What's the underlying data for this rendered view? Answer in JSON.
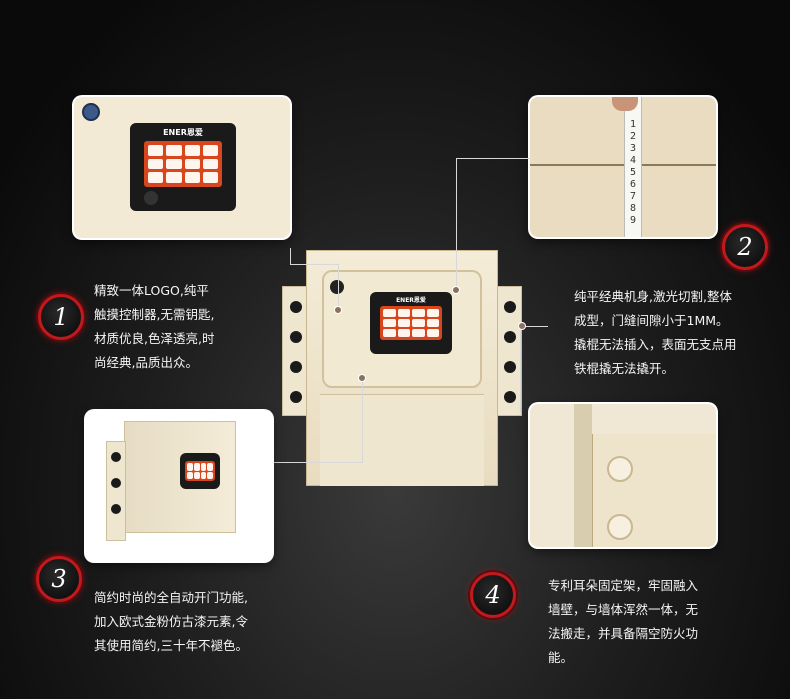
{
  "brand_label": "ENER恩爱",
  "features": [
    {
      "number": "1",
      "text": "精致一体LOGO,纯平\n触摸控制器,无需钥匙,\n材质优良,色泽透亮,时\n尚经典,品质出众。"
    },
    {
      "number": "2",
      "text": "纯平经典机身,激光切割,整体\n成型，门缝间隙小于1MM。\n撬棍无法插入，表面无支点用\n铁棍撬无法撬开。"
    },
    {
      "number": "3",
      "text": "简约时尚的全自动开门功能,\n加入欧式金粉仿古漆元素,令\n其使用简约,三十年不褪色。"
    },
    {
      "number": "4",
      "text": "专利耳朵固定架，牢固融入\n墙壁，与墙体浑然一体，无\n法搬走，并具备隔空防火功\n能。"
    }
  ],
  "tape_digits": [
    "1",
    "2",
    "3",
    "4",
    "5",
    "6",
    "7",
    "8",
    "9"
  ],
  "colors": {
    "accent_red": "#c0191e",
    "safe_beige": "#f3ead6",
    "keypad_orange": "#d8461e"
  }
}
